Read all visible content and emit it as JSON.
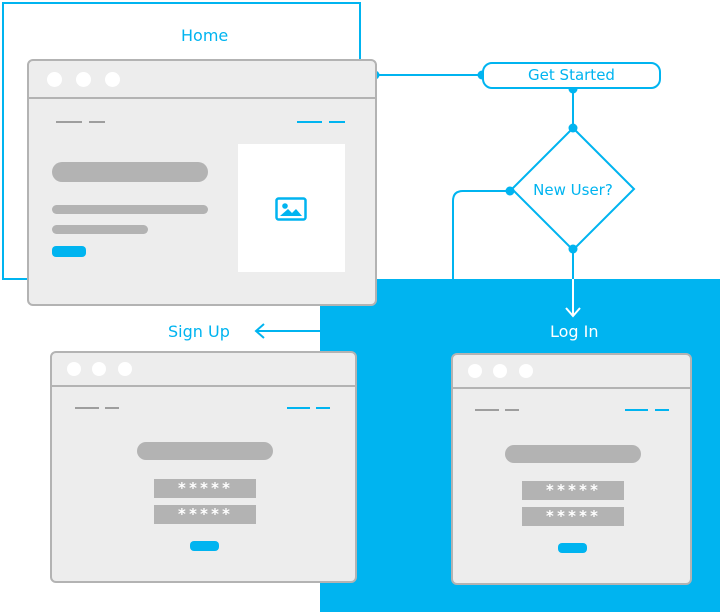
{
  "labels": {
    "home": "Home",
    "sign_up": "Sign Up",
    "log_in": "Log In"
  },
  "flow": {
    "start_node": "Get Started",
    "decision_node": "New User?"
  },
  "forms": {
    "signup": {
      "password_1": "*****",
      "password_2": "*****"
    },
    "login": {
      "password_1": "*****",
      "password_2": "*****"
    }
  },
  "icons": {
    "home_image": "image-icon"
  },
  "colors": {
    "accent": "#00b4f0",
    "window_bg": "#ededed",
    "window_border": "#b3b3b3",
    "placeholder": "#b3b3b3"
  }
}
